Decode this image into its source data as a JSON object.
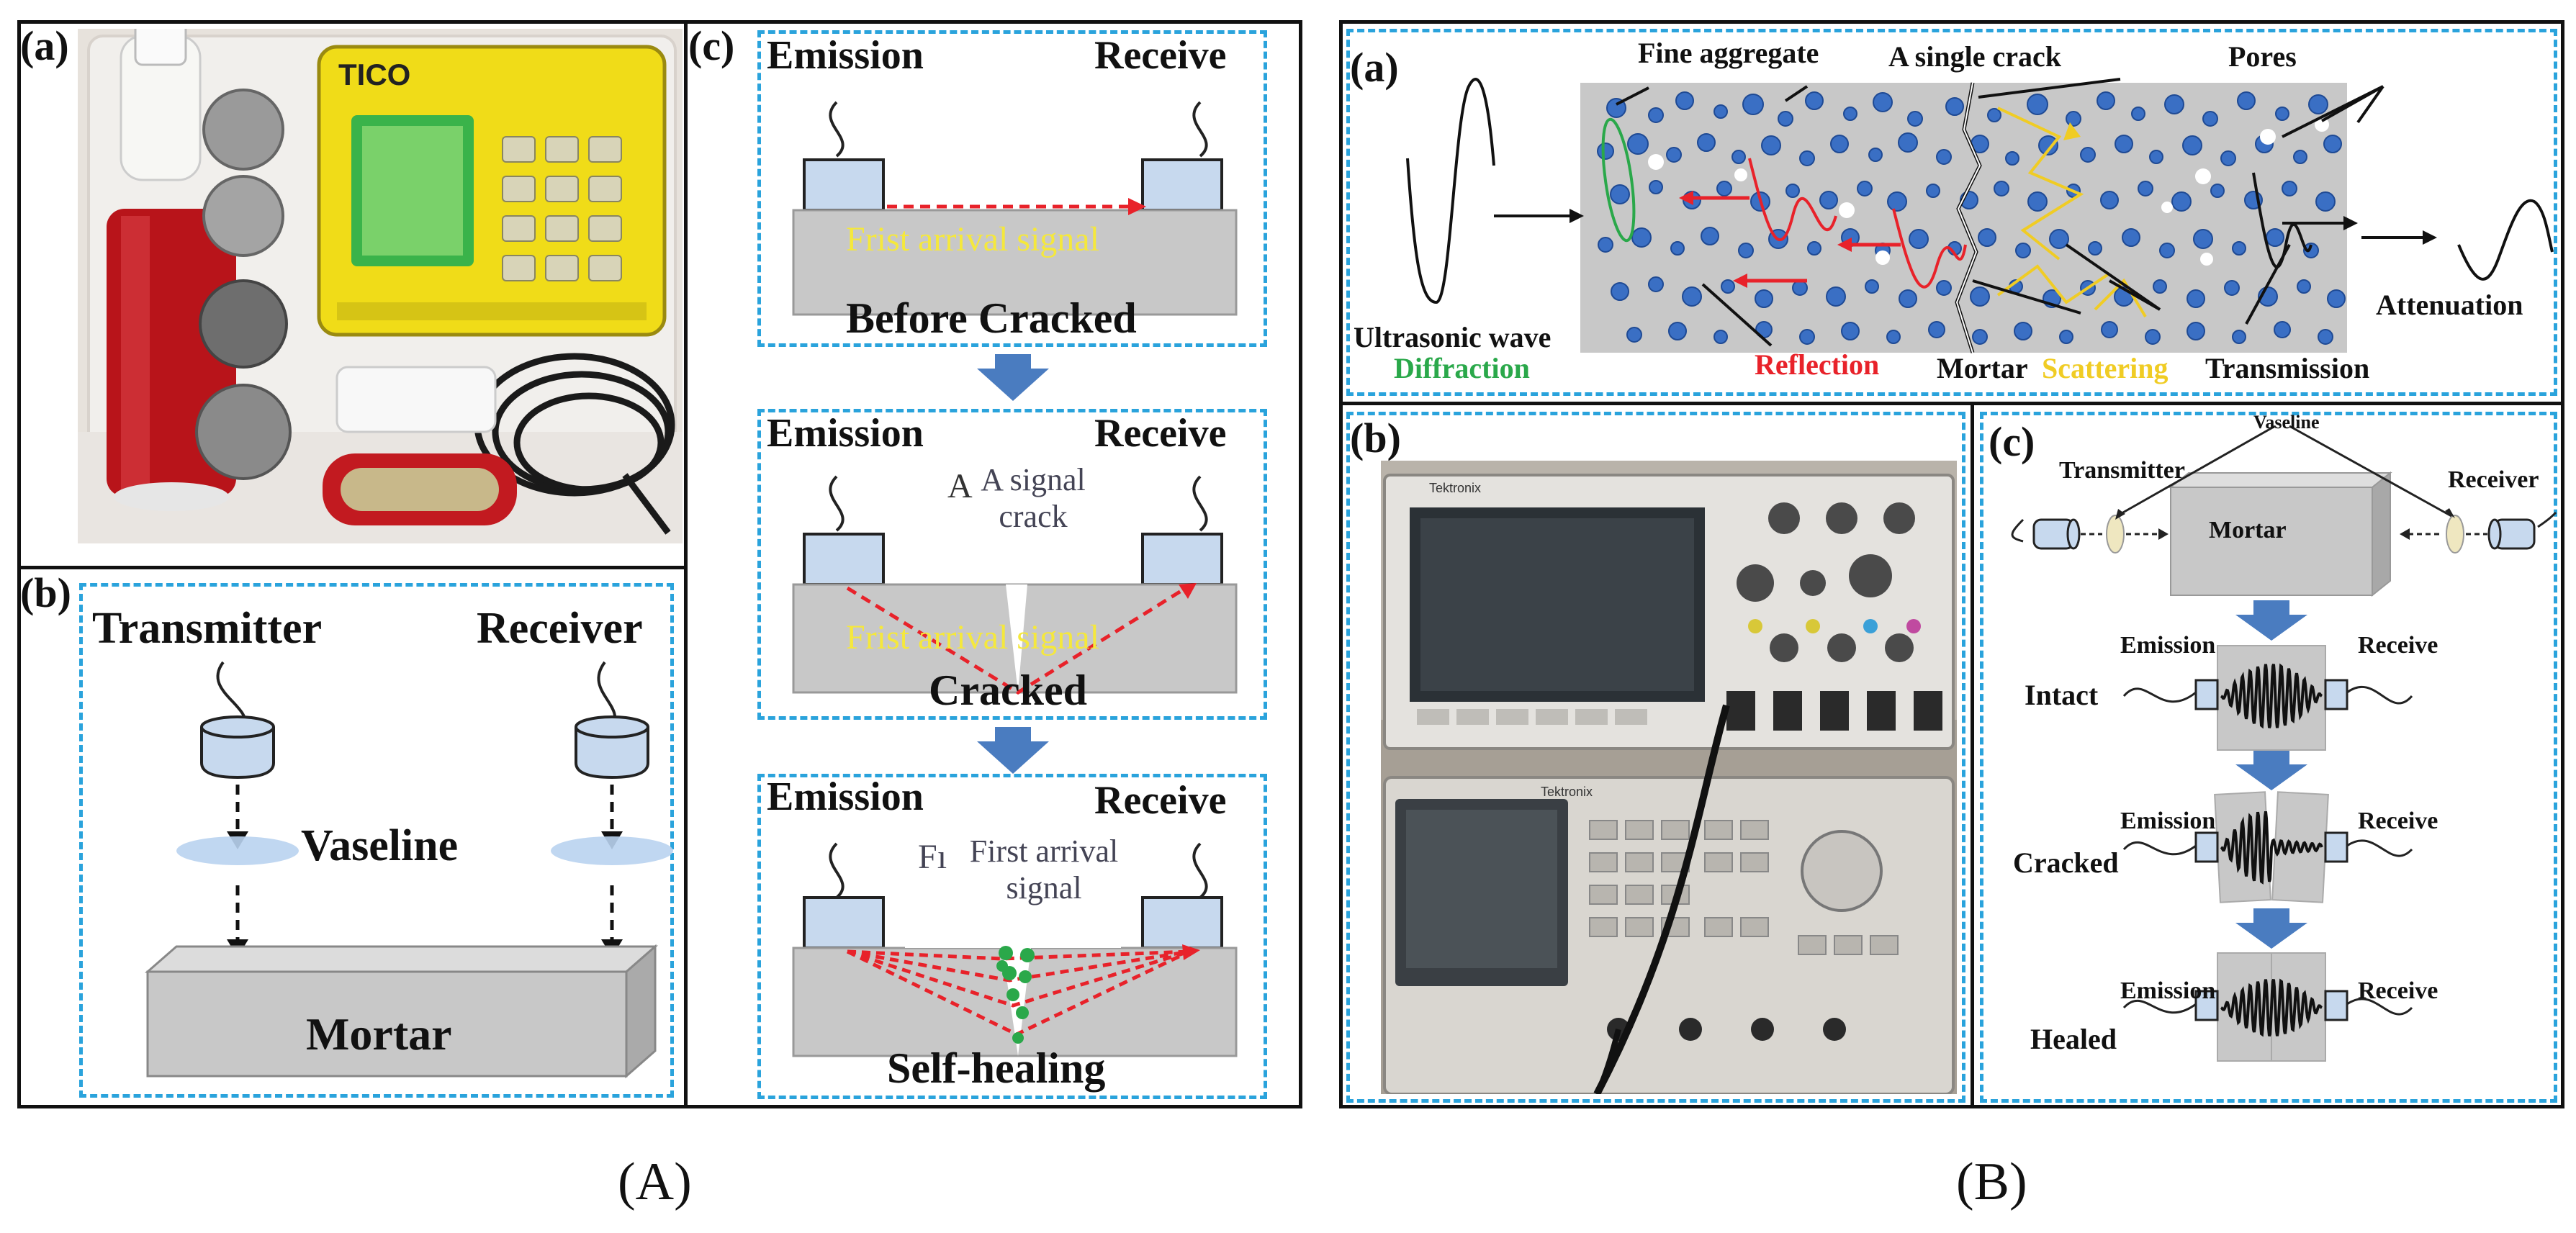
{
  "colors": {
    "dash_blue": "#2aa3dc",
    "sensor_fill": "#c7d9ee",
    "mortar_gray": "#c8c8c8",
    "signal_red": "#e8222a",
    "label_yellow": "#f5e83c",
    "arrow_blue": "#4a7cc0",
    "aggregate_blue": "#3a6fc4",
    "diffraction_green": "#2aa84a",
    "reflection_red": "#e8222a",
    "scattering_yellow": "#f0cc24"
  },
  "figA": {
    "panel_a_label": "(a)",
    "device_brand": "TICO",
    "panel_b_label": "(b)",
    "b": {
      "transmitter": "Transmitter",
      "receiver": "Receiver",
      "vaseline": "Vaseline",
      "mortar": "Mortar"
    },
    "panel_c_label": "(c)",
    "c": {
      "emission": "Emission",
      "receive": "Receive",
      "signal1": "Frist arrival signal",
      "stage1": "Before Cracked",
      "signal2": "Frist arrival signal",
      "crack_a": "A",
      "crack_note": "A signal crack",
      "stage2": "Cracked",
      "signal3_frag": "Fı",
      "signal3_note": "First arrival signal",
      "stage3": "Self-healing"
    },
    "caption": "(A)"
  },
  "figB": {
    "panel_a_label": "(a)",
    "a": {
      "fine_aggregate": "Fine aggregate",
      "single_crack": "A single crack",
      "pores": "Pores",
      "ultrasonic": "Ultrasonic wave",
      "attenuation": "Attenuation",
      "diffraction": "Diffraction",
      "reflection": "Reflection",
      "mortar": "Mortar",
      "scattering": "Scattering",
      "transmission": "Transmission"
    },
    "panel_b_label": "(b)",
    "scope_brand_top": "Tektronix",
    "scope_brand_bottom": "Tektronix",
    "panel_c_label": "(c)",
    "c": {
      "vaseline": "Vaseline",
      "transmitter": "Transmitter",
      "receiver": "Receiver",
      "mortar": "Mortar",
      "emission": "Emission",
      "receive": "Receive",
      "intact": "Intact",
      "cracked": "Cracked",
      "healed": "Healed"
    },
    "caption": "(B)"
  }
}
